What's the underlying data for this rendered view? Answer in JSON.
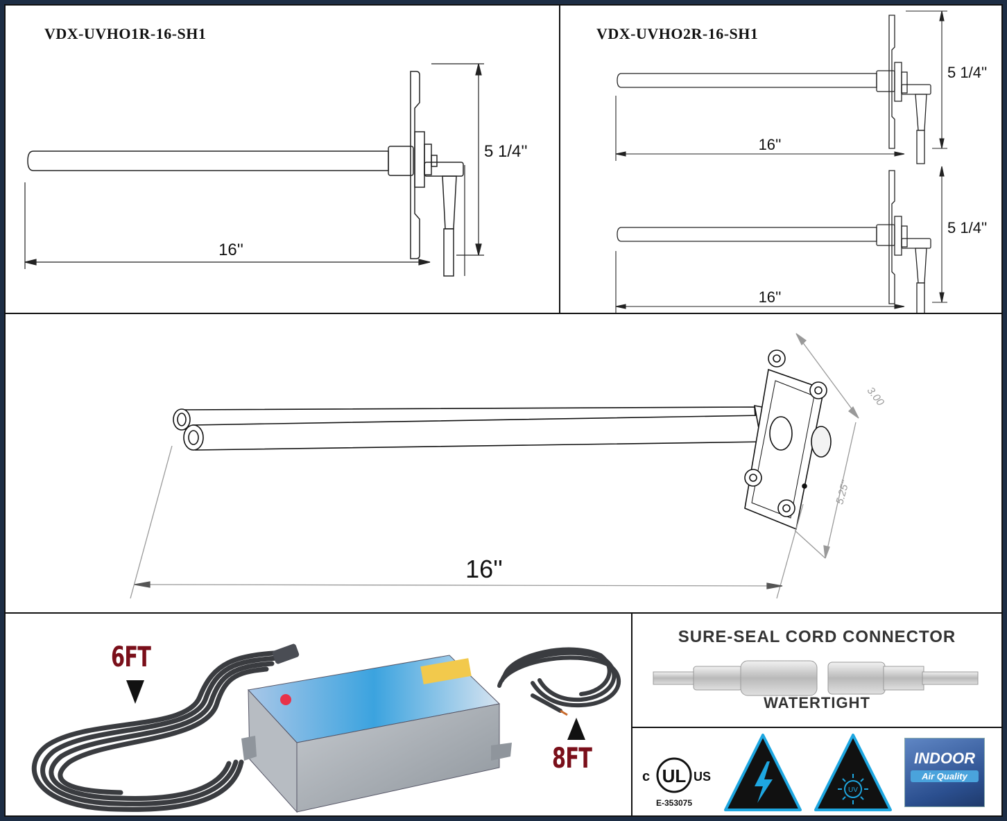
{
  "panels": {
    "single_lamp": {
      "model": "VDX-UVHO1R-16-SH1",
      "length_label": "16''",
      "height_label": "5 1/4''"
    },
    "double_lamp": {
      "model": "VDX-UVHO2R-16-SH1",
      "top": {
        "length_label": "16''",
        "height_label": "5 1/4''"
      },
      "bottom": {
        "length_label": "16''",
        "height_label": "5 1/4''"
      }
    },
    "perspective": {
      "length_label": "16''",
      "plate_width_label": "3.00",
      "plate_height_label": "5.25''"
    },
    "power_supply": {
      "left_cord_label": "6FT",
      "right_cord_label": "8FT"
    },
    "connector": {
      "title": "SURE-SEAL CORD CONNECTOR",
      "subtitle": "WATERTIGHT"
    },
    "certifications": {
      "ul_c": "c",
      "ul_mark": "UL",
      "ul_us": "US",
      "ul_number": "E-353075",
      "uv_text": "UV",
      "iaq_title": "INDOOR",
      "iaq_subtitle": "Air Quality",
      "icons": [
        "ul-listed-icon",
        "electrical-hazard-icon",
        "uv-hazard-icon",
        "indoor-air-quality-badge"
      ]
    }
  },
  "colors": {
    "frame": "#1d2d44",
    "warning_blue": "#1ea7e1",
    "label_red": "#7a0f1a",
    "iaq_blue": "#2b4f8f"
  }
}
